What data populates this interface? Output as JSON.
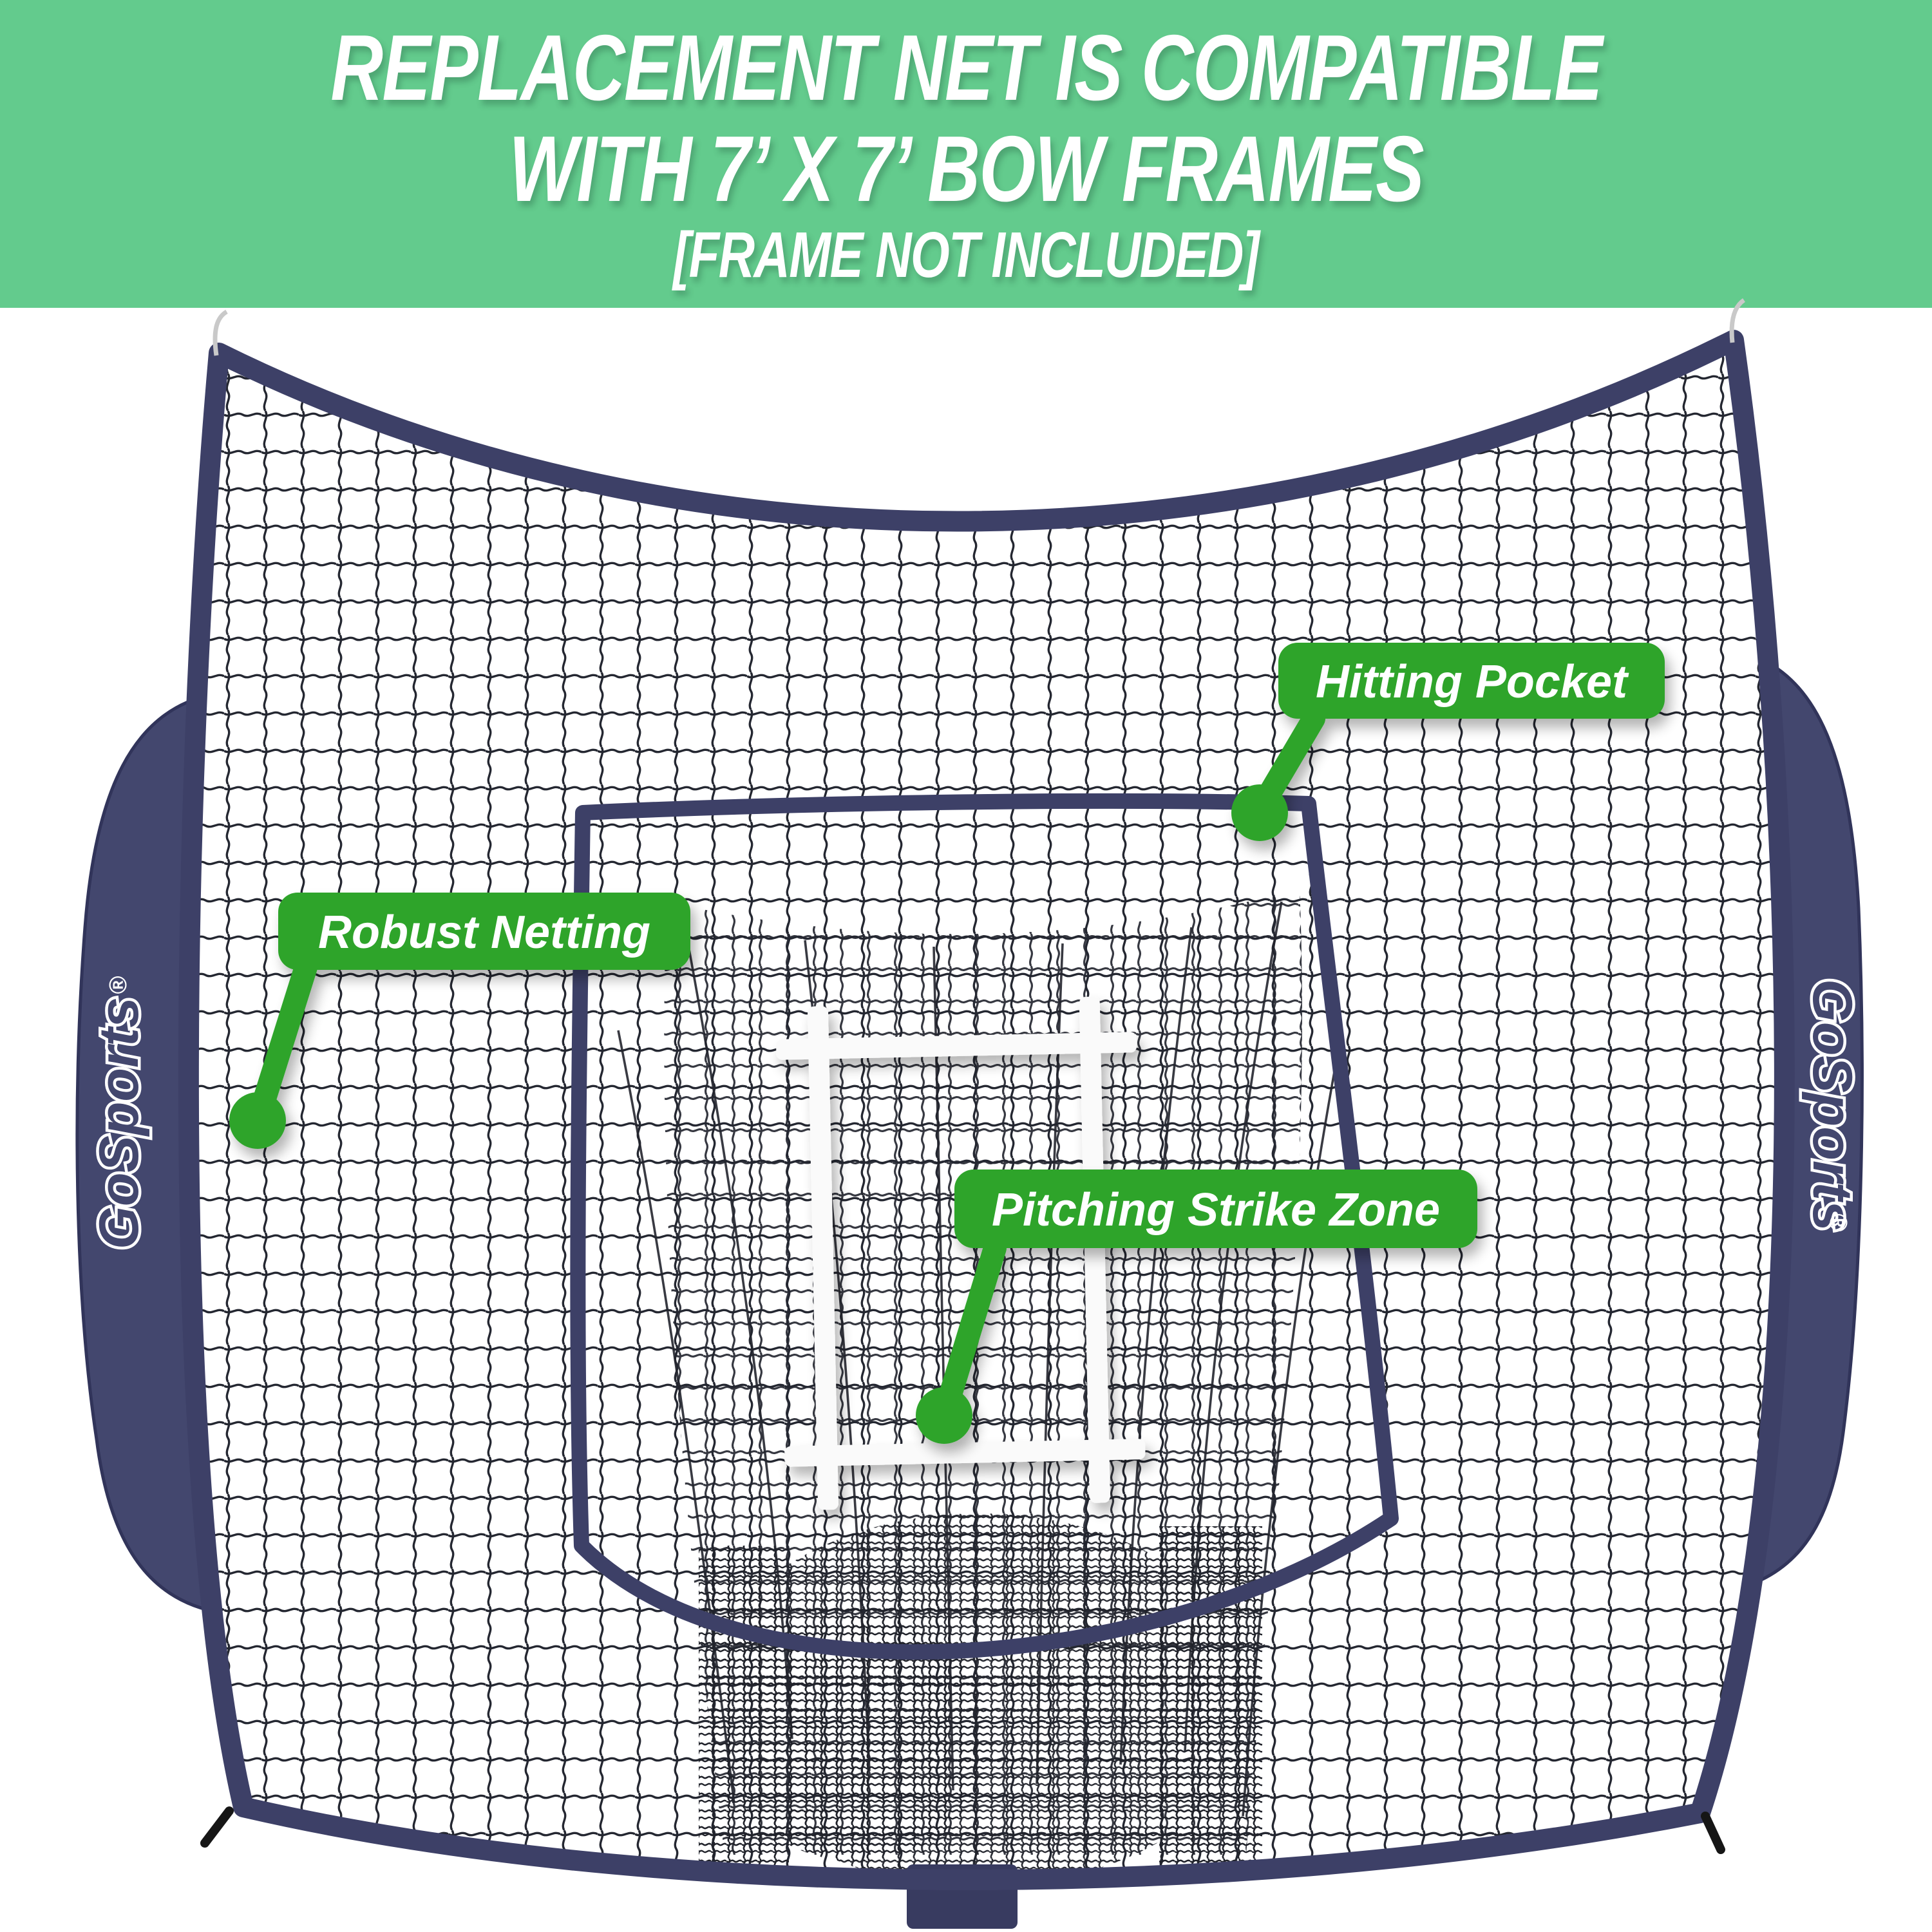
{
  "header": {
    "line1": "REPLACEMENT NET IS COMPATIBLE",
    "line2": "WITH 7’ X 7’ BOW FRAMES",
    "line3": "[FRAME NOT INCLUDED]",
    "background_color": "#63cb8d",
    "text_color": "#ffffff"
  },
  "net": {
    "brand": "GoSports",
    "registered_mark": "®",
    "frame_color": "#3d4067",
    "wing_color": "#43476e",
    "mesh_color": "#242731",
    "strike_zone_color": "#fafafa",
    "background_color": "#ffffff"
  },
  "callouts": {
    "accent_color": "#2ea42b",
    "label_text_color": "#ffffff",
    "items": [
      {
        "label": "Hitting Pocket"
      },
      {
        "label": "Robust Netting"
      },
      {
        "label": "Pitching Strike Zone"
      }
    ]
  }
}
